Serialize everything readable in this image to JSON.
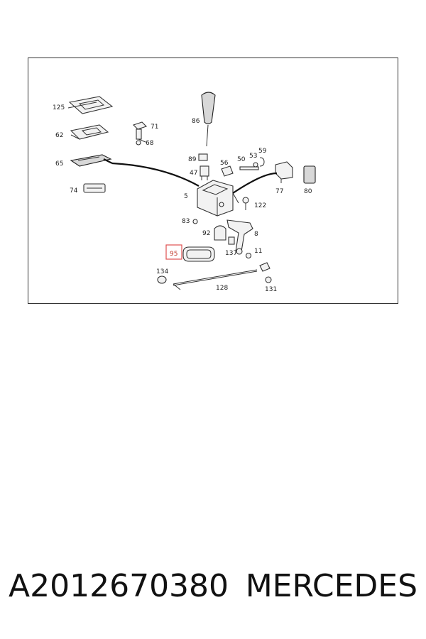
{
  "diagram": {
    "callouts": [
      "125",
      "62",
      "65",
      "74",
      "71",
      "68",
      "86",
      "89",
      "47",
      "56",
      "50",
      "53",
      "59",
      "77",
      "80",
      "5",
      "122",
      "83",
      "92",
      "8",
      "137",
      "11",
      "95",
      "134",
      "128",
      "131"
    ],
    "highlighted_callout": "95",
    "highlight_color": "#e05050"
  },
  "caption": {
    "part_number": "A2012670380",
    "manufacturer": "MERCEDES"
  }
}
